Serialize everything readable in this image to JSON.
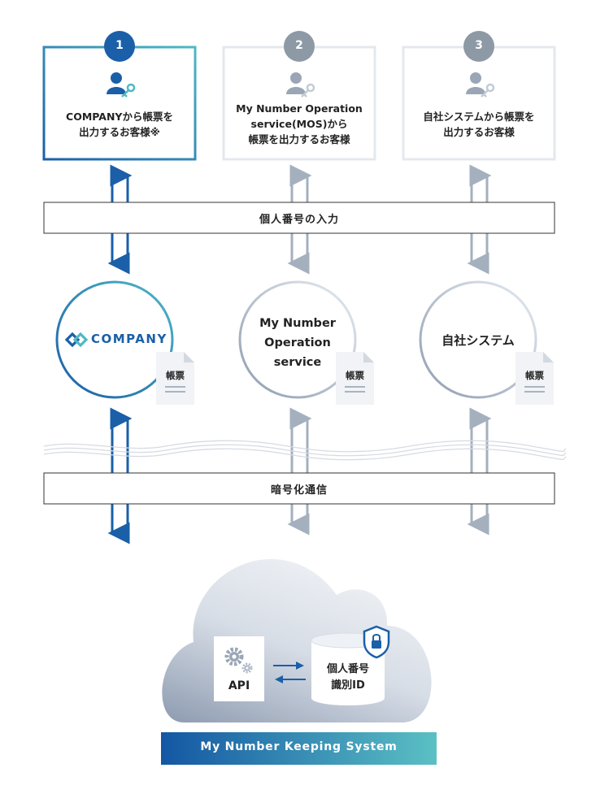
{
  "customer_boxes": [
    {
      "number": "1",
      "label_lines": [
        "COMPANYから帳票を",
        "出力するお客様※"
      ]
    },
    {
      "number": "2",
      "label_lines": [
        "My Number Operation",
        "service(MOS)から",
        "帳票を出力するお客様"
      ]
    },
    {
      "number": "3",
      "label_lines": [
        "自社システムから帳票を",
        "出力するお客様"
      ]
    }
  ],
  "bars": {
    "input_label": "個人番号の入力",
    "encryption_label": "暗号化通信"
  },
  "systems": {
    "company_logo_text": "COMPANY",
    "mos_lines": [
      "My Number",
      "Operation",
      "service"
    ],
    "own_system": "自社システム",
    "document_label": "帳票"
  },
  "cloud": {
    "api_label": "API",
    "db_lines": [
      "個人番号",
      "識別ID"
    ],
    "footer_label": "My Number Keeping System"
  },
  "colors": {
    "accent_blue": "#1a5fa8",
    "teal": "#4fb8c4",
    "muted_gray": "#9aa8b8",
    "box_border_gray": "#e4e8ee",
    "number_badge_gray": "#8e99a6"
  }
}
